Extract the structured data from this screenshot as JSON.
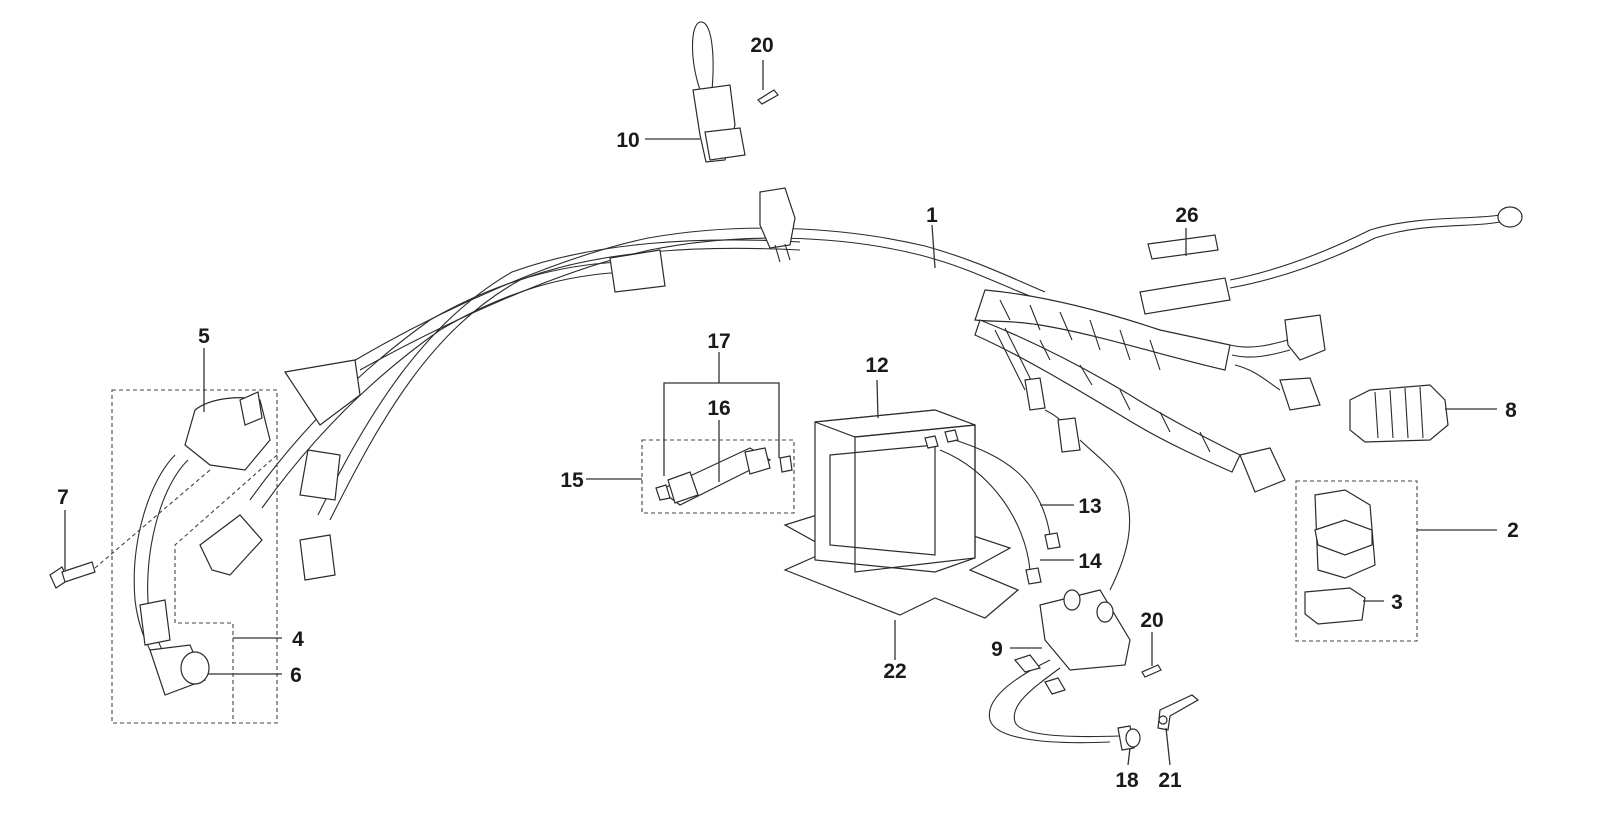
{
  "callouts": [
    {
      "id": "c1",
      "text": "1"
    },
    {
      "id": "c2",
      "text": "2"
    },
    {
      "id": "c3",
      "text": "3"
    },
    {
      "id": "c4",
      "text": "4"
    },
    {
      "id": "c5",
      "text": "5"
    },
    {
      "id": "c6",
      "text": "6"
    },
    {
      "id": "c7",
      "text": "7"
    },
    {
      "id": "c8",
      "text": "8"
    },
    {
      "id": "c9",
      "text": "9"
    },
    {
      "id": "c10",
      "text": "10"
    },
    {
      "id": "c12",
      "text": "12"
    },
    {
      "id": "c13",
      "text": "13"
    },
    {
      "id": "c14",
      "text": "14"
    },
    {
      "id": "c15",
      "text": "15"
    },
    {
      "id": "c16",
      "text": "16"
    },
    {
      "id": "c17",
      "text": "17"
    },
    {
      "id": "c18",
      "text": "18"
    },
    {
      "id": "c20a",
      "text": "20"
    },
    {
      "id": "c20b",
      "text": "20"
    },
    {
      "id": "c21",
      "text": "21"
    },
    {
      "id": "c22",
      "text": "22"
    },
    {
      "id": "c26",
      "text": "26"
    }
  ]
}
